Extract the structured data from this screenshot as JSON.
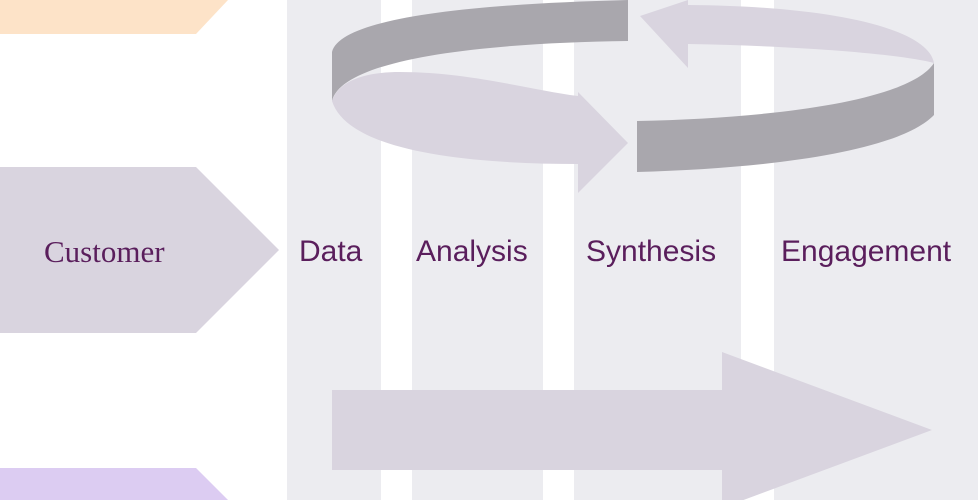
{
  "diagram": {
    "customer_label": "Customer",
    "stages": [
      {
        "label": "Data"
      },
      {
        "label": "Analysis"
      },
      {
        "label": "Synthesis"
      },
      {
        "label": "Engagement"
      }
    ]
  },
  "colors": {
    "label_text": "#5a1e5c",
    "band_fill": "#ececf0",
    "chevron_top": "#fde3c8",
    "chevron_mid": "#d9d4df",
    "chevron_bottom": "#dcccf2",
    "cycle_dark": "#a9a7ad",
    "cycle_light": "#d9d4df",
    "forward_arrow": "#d9d4df"
  }
}
